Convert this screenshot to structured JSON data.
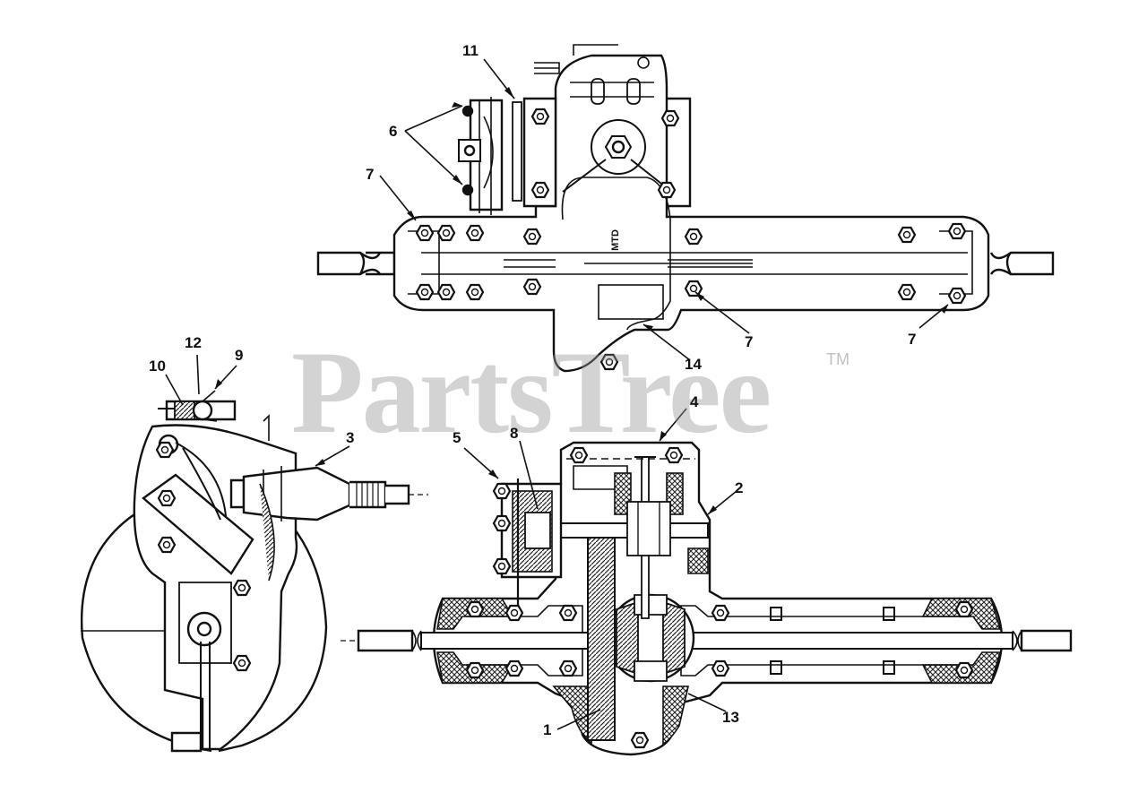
{
  "diagram": {
    "brand_text": "MTD",
    "watermark": "PartsTree",
    "trademark": "TM",
    "callouts": [
      {
        "id": "c1",
        "label": "1"
      },
      {
        "id": "c2",
        "label": "2"
      },
      {
        "id": "c3",
        "label": "3"
      },
      {
        "id": "c4",
        "label": "4"
      },
      {
        "id": "c5",
        "label": "5"
      },
      {
        "id": "c6",
        "label": "6"
      },
      {
        "id": "c7a",
        "label": "7"
      },
      {
        "id": "c7b",
        "label": "7"
      },
      {
        "id": "c7c",
        "label": "7"
      },
      {
        "id": "c8",
        "label": "8"
      },
      {
        "id": "c9",
        "label": "9"
      },
      {
        "id": "c10",
        "label": "10"
      },
      {
        "id": "c11",
        "label": "11"
      },
      {
        "id": "c12",
        "label": "12"
      },
      {
        "id": "c13",
        "label": "13"
      },
      {
        "id": "c14",
        "label": "14"
      }
    ]
  }
}
